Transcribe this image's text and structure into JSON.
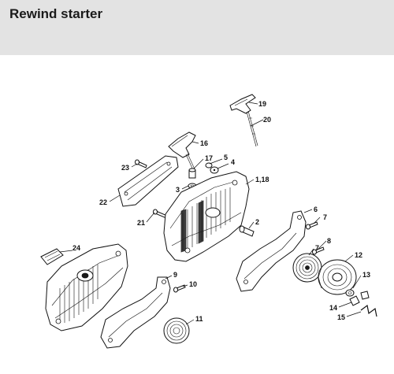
{
  "page": {
    "title": "Rewind starter"
  },
  "callouts": [
    {
      "id": "19",
      "label": "19"
    },
    {
      "id": "20",
      "label": "20"
    },
    {
      "id": "16",
      "label": "16"
    },
    {
      "id": "17",
      "label": "17"
    },
    {
      "id": "5",
      "label": "5"
    },
    {
      "id": "4",
      "label": "4"
    },
    {
      "id": "23",
      "label": "23"
    },
    {
      "id": "3",
      "label": "3"
    },
    {
      "id": "1-18",
      "label": "1,18"
    },
    {
      "id": "22",
      "label": "22"
    },
    {
      "id": "21",
      "label": "21"
    },
    {
      "id": "6",
      "label": "6"
    },
    {
      "id": "7a",
      "label": "7"
    },
    {
      "id": "2",
      "label": "2"
    },
    {
      "id": "8",
      "label": "8"
    },
    {
      "id": "7b",
      "label": "7"
    },
    {
      "id": "24",
      "label": "24"
    },
    {
      "id": "12",
      "label": "12"
    },
    {
      "id": "9",
      "label": "9"
    },
    {
      "id": "10",
      "label": "10"
    },
    {
      "id": "13",
      "label": "13"
    },
    {
      "id": "14",
      "label": "14"
    },
    {
      "id": "11",
      "label": "11"
    },
    {
      "id": "15",
      "label": "15"
    }
  ]
}
